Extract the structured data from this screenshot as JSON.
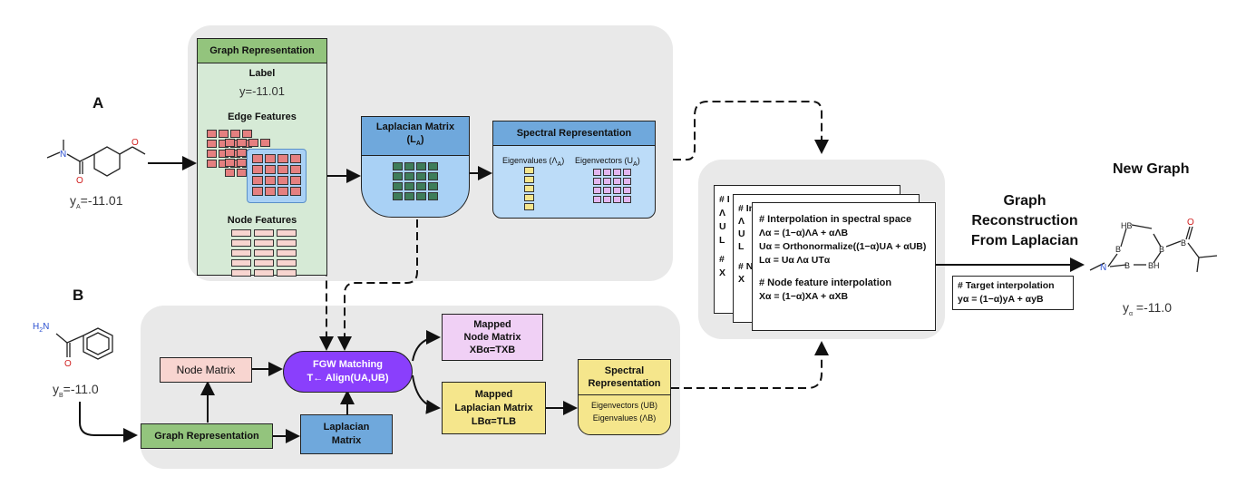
{
  "labels": {
    "a": "A",
    "b": "B",
    "new_graph": "New Graph",
    "recon_1": "Graph",
    "recon_2": "Reconstruction",
    "recon_3": "From Laplacian"
  },
  "mol_a": {
    "y_main": "y",
    "y_sub": "A",
    "y_val": "=-11.01"
  },
  "mol_b": {
    "h2n": "H",
    "h2n_sub": "2",
    "h2n_n": "N",
    "o": "O",
    "y_main": "y",
    "y_sub": "B",
    "y_val": "=-11.0"
  },
  "mol_new": {
    "hb": "HB",
    "b1": "B",
    "b2": "B",
    "b3": "B",
    "b4": "B",
    "bh": "BH",
    "n": "N",
    "o": "O",
    "y_main": "y",
    "y_sub": "α",
    "y_val": " =-11.0"
  },
  "graph_rep": {
    "title": "Graph Representation",
    "label_title": "Label",
    "label_value": "y=-11.01",
    "edge_title": "Edge Features",
    "node_title": "Node Features"
  },
  "laplacian_a": {
    "title": "Laplacian Matrix",
    "sub_main": "(L",
    "sub_sub": "A",
    "sub_close": ")"
  },
  "spectral_a": {
    "title": "Spectral Representation",
    "eigval_main": "Eigenvalues (Λ",
    "eigval_sub": "A",
    "eigval_close": ")",
    "eigvec_main": "Eigenvectors (U",
    "eigvec_sub": "A",
    "eigvec_close": ")"
  },
  "interp": {
    "back1_lines": [
      "# I",
      "Λ",
      "U",
      "L",
      "#",
      "X"
    ],
    "back2_lines": [
      "# Int",
      "Λ",
      "U",
      "L",
      "#  N",
      "X"
    ],
    "title": "# Interpolation in spectral space",
    "l1": "Λα = (1−α)ΛA + αΛB",
    "l2": "Uα = Orthonormalize((1−α)UA + αUB)",
    "l3": "Lα = Uα Λα UTα",
    "node_title": "#  Node feature interpolation",
    "l4": "Xα = (1−α)XA + αXB"
  },
  "target": {
    "title": "# Target interpolation",
    "eq": "yα = (1−α)yA + αyB"
  },
  "row_b": {
    "graph_rep": "Graph Representation",
    "node_matrix": "Node Matrix",
    "laplacian_1": "Laplacian",
    "laplacian_2": "Matrix",
    "fgw_title": "FGW Matching",
    "fgw_eq": "T← Align(UA,UB)",
    "mapped_node_1": "Mapped",
    "mapped_node_2": "Node Matrix",
    "mapped_node_eq": "XBα=TXB",
    "mapped_lap_1": "Mapped",
    "mapped_lap_2": "Laplacian Matrix",
    "mapped_lap_eq": "LBα=TLB",
    "spec_1": "Spectral",
    "spec_2": "Representation",
    "spec_eigvec": "Eigenvectors (UB)",
    "spec_eigval": "Eigenvalues (ΛB)"
  },
  "colors": {
    "green": "#d6ead6",
    "green_dark": "#93c47d",
    "blue": "#a9d1f5",
    "blue_dark": "#6fa8dc",
    "purple": "#8a3ffc",
    "pink": "#f0d0f5",
    "yellow": "#f5e68c",
    "salmon": "#f8d5d0",
    "red_cell": "#e58080",
    "teal_cell": "#3e7d5a",
    "lav_cell": "#e3b6f0"
  }
}
